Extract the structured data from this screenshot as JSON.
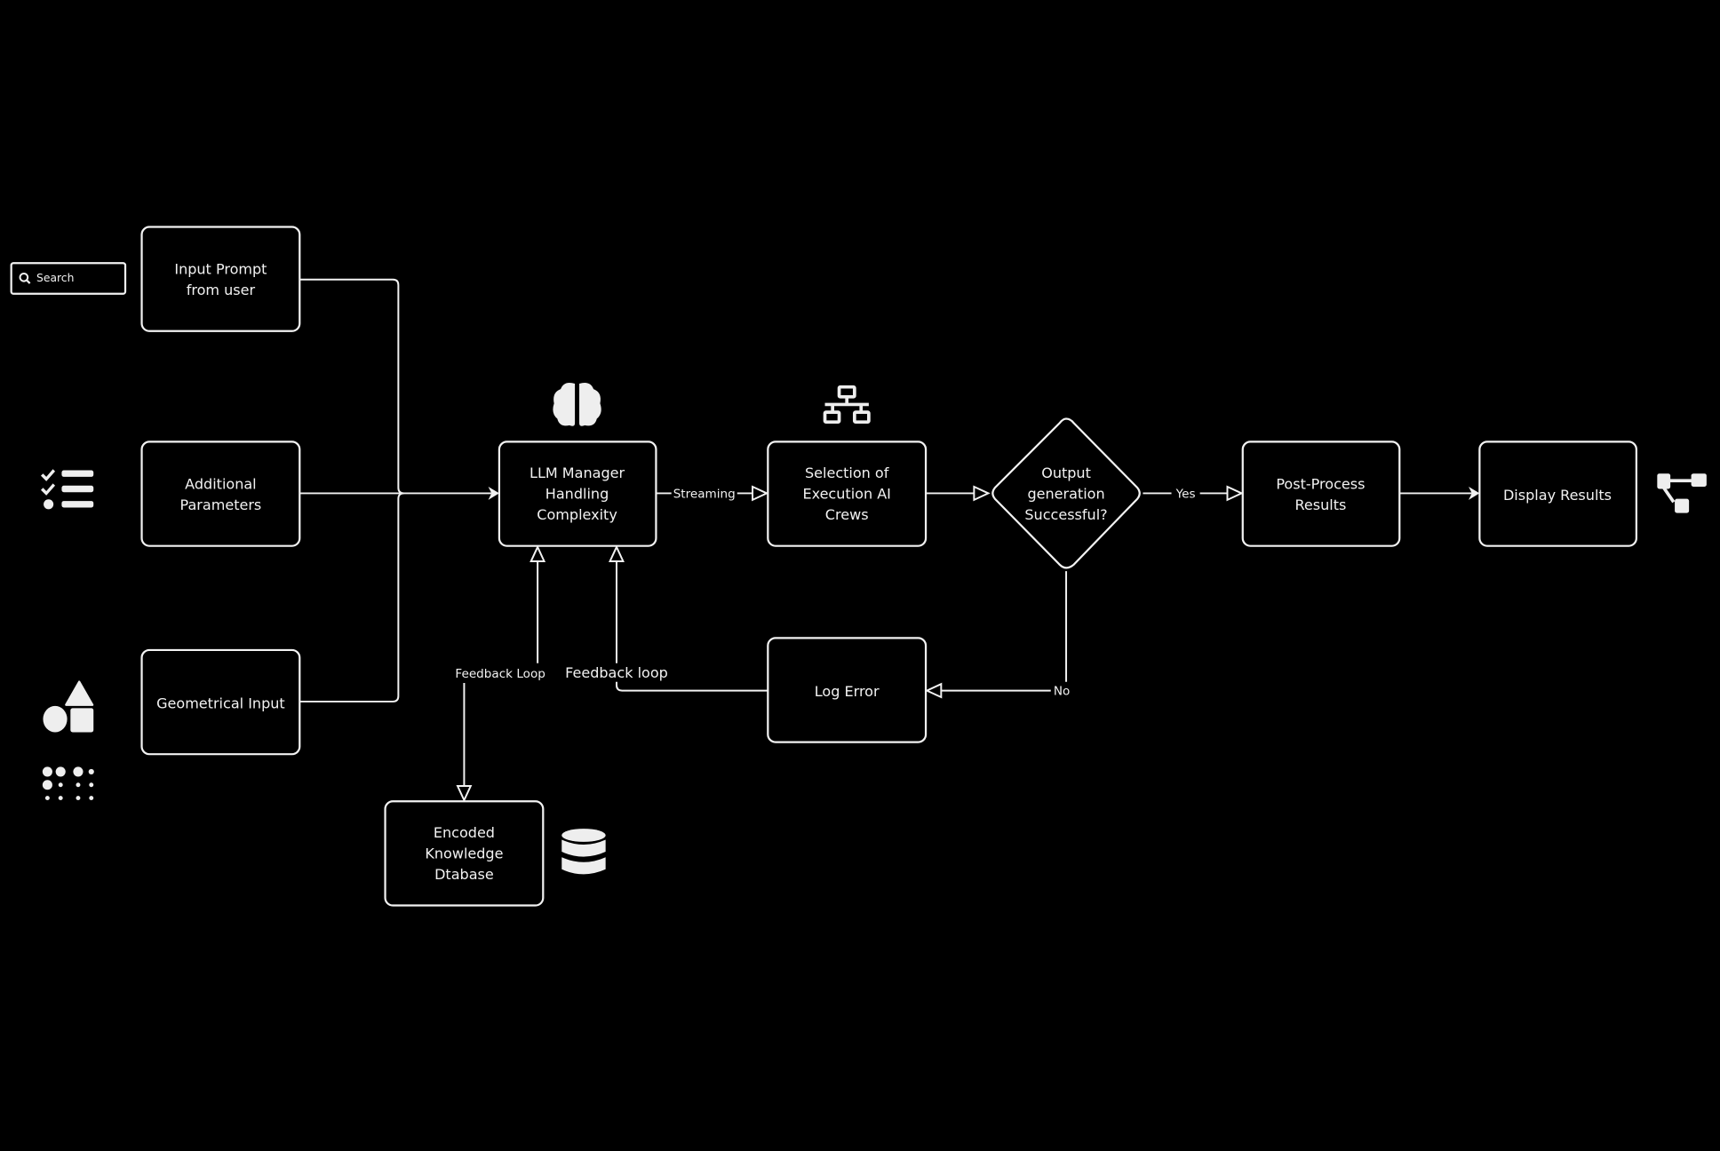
{
  "search": {
    "label": "Search"
  },
  "nodes": {
    "input_prompt": [
      "Input Prompt",
      "from user"
    ],
    "additional_parameters": [
      "Additional",
      "Parameters"
    ],
    "geometrical_input": [
      "Geometrical Input"
    ],
    "llm_manager": [
      "LLM Manager",
      "Handling",
      "Complexity"
    ],
    "selection": [
      "Selection of",
      "Execution AI",
      "Crews"
    ],
    "decision": [
      "Output",
      "generation",
      "Successful?"
    ],
    "post_process": [
      "Post-Process",
      "Results"
    ],
    "display_results": [
      "Display Results"
    ],
    "log_error": [
      "Log Error"
    ],
    "knowledge_db": [
      "Encoded",
      "Knowledge",
      "Dtabase"
    ]
  },
  "edges": {
    "streaming": "Streaming",
    "yes": "Yes",
    "no": "No",
    "feedback_loop_db": "Feedback Loop",
    "feedback_loop_error": "Feedback loop"
  },
  "icons": [
    "search-icon",
    "checklist-icon",
    "shapes-icon",
    "dots-grid-icon",
    "brain-icon",
    "network-icon",
    "database-icon",
    "tree-icon"
  ]
}
